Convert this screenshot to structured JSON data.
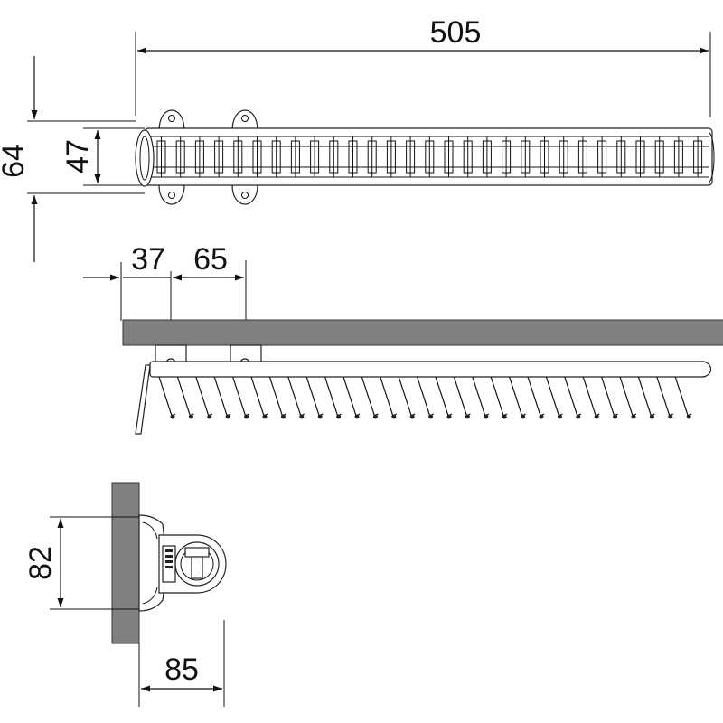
{
  "dimensions": {
    "overall_length": "505",
    "outer_height": "64",
    "inner_height": "47",
    "first_mount_offset": "37",
    "mount_spacing": "65",
    "front_height": "82",
    "depth": "85"
  },
  "colors": {
    "wall": "#808080",
    "line": "#111111"
  }
}
